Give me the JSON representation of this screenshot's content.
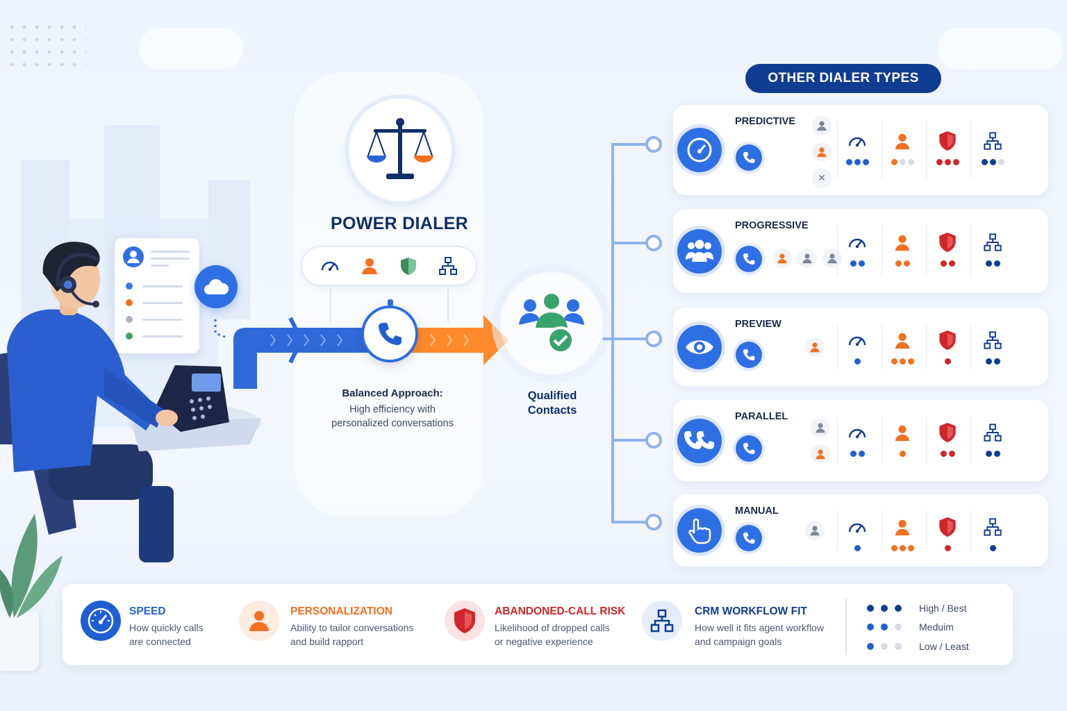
{
  "power_dialer": {
    "title": "POWER DIALER",
    "balanced_title": "Balanced Approach:",
    "balanced_line1": "High efficiency with",
    "balanced_line2": "personalized conversations"
  },
  "qualified": {
    "line1": "Qualified",
    "line2": "Contacts"
  },
  "other": {
    "title": "OTHER DIALER TYPES",
    "types": [
      {
        "name": "PREDICTIVE",
        "icon": "speedometer-icon",
        "ratings": {
          "speed": 3,
          "personalization": 1,
          "abandoned_call_risk": 3,
          "crm_workflow_fit": 2
        }
      },
      {
        "name": "PROGRESSIVE",
        "icon": "group-icon",
        "ratings": {
          "speed": 2,
          "personalization": 2,
          "abandoned_call_risk": 2,
          "crm_workflow_fit": 2
        }
      },
      {
        "name": "PREVIEW",
        "icon": "eye-icon",
        "ratings": {
          "speed": 1,
          "personalization": 3,
          "abandoned_call_risk": 1,
          "crm_workflow_fit": 2
        }
      },
      {
        "name": "PARALLEL",
        "icon": "double-phone-icon",
        "ratings": {
          "speed": 2,
          "personalization": 1,
          "abandoned_call_risk": 2,
          "crm_workflow_fit": 2
        }
      },
      {
        "name": "MANUAL",
        "icon": "hand-pointer-icon",
        "ratings": {
          "speed": 1,
          "personalization": 3,
          "abandoned_call_risk": 1,
          "crm_workflow_fit": 1
        }
      }
    ]
  },
  "legend": {
    "speed": {
      "title": "SPEED",
      "line1": "How quickly calls",
      "line2": "are connected",
      "color": "#1f5fd1"
    },
    "personalization": {
      "title": "PERSONALIZATION",
      "line1": "Ability to tailor conversations",
      "line2": "and build rapport",
      "color": "#f2701f"
    },
    "risk": {
      "title": "ABANDONED-CALL RISK",
      "line1": "Likelihood of dropped calls",
      "line2": "or negative experience",
      "color": "#d0262b"
    },
    "crm": {
      "title": "CRM WORKFLOW FIT",
      "line1": "How well it fits agent workflow",
      "line2": "and campaign goals",
      "color": "#103d91"
    },
    "scale": {
      "high": "High / Best",
      "medium": "Meduim",
      "low": "Low / Least"
    }
  },
  "colors": {
    "blue": "#1f5fd1",
    "orange": "#f2701f",
    "red": "#d0262b",
    "navy": "#103d91",
    "inactive": "#d6dbe4"
  }
}
